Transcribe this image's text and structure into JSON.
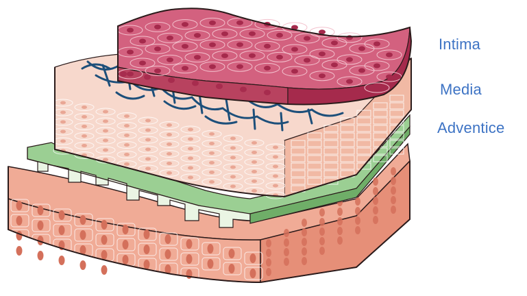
{
  "labels": {
    "intima": "Intima",
    "media": "Media",
    "adventice": "Adventice"
  },
  "colors": {
    "label_text": "#3d73c4",
    "intima_fill": "#d3617f",
    "intima_side": "#b8425f",
    "intima_nucleus": "#a52a4c",
    "media_top": "#f7d8cc",
    "media_side": "#f1b9a4",
    "media_nucleus": "#e59a86",
    "elastic_fibers": "#1d4f7a",
    "membrane_green": "#9bcf93",
    "membrane_green_dark": "#6fae68",
    "membrane_light": "#eaf5e4",
    "adventice_top": "#f0ab96",
    "adventice_side": "#e68f78",
    "adventice_nucleus": "#d4705b",
    "outline": "#2a1a1a"
  }
}
